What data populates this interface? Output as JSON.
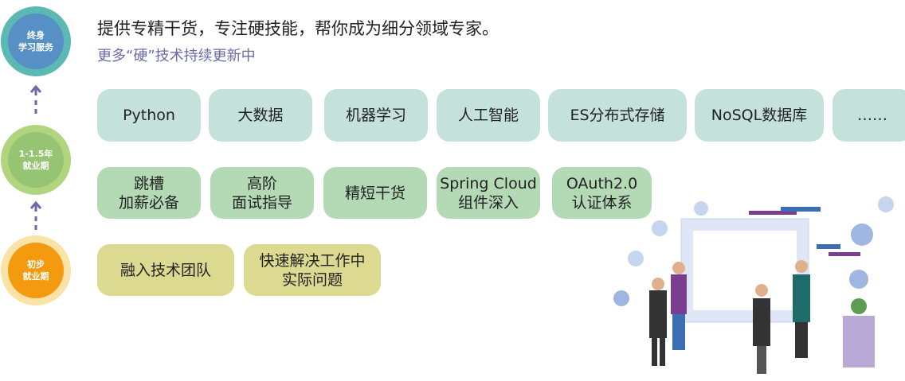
{
  "header": {
    "title": "提供专精干货，专注硬技能，帮你成为细分领域专家。",
    "subtitle": "更多“硬”技术持续更新中"
  },
  "stages": [
    {
      "lines": [
        "终身",
        "学习服务"
      ]
    },
    {
      "lines": [
        "1-1.5年",
        "就业期"
      ]
    },
    {
      "lines": [
        "初步",
        "就业期"
      ]
    }
  ],
  "row1": [
    "Python",
    "大数据",
    "机器学习",
    "人工智能",
    "ES分布式存储",
    "NoSQL数据库",
    "……"
  ],
  "row2": [
    [
      "跳槽",
      "加薪必备"
    ],
    [
      "高阶",
      "面试指导"
    ],
    [
      "精短干货"
    ],
    [
      "Spring Cloud",
      "组件深入"
    ],
    [
      "OAuth2.0",
      "认证体系"
    ]
  ],
  "row3": [
    [
      "融入技术团队"
    ],
    [
      "快速解决工作中",
      "实际问题"
    ]
  ],
  "colors": {
    "teal": "#5bb8b3",
    "blue": "#5790c4",
    "green": "#9ccb7a",
    "orange": "#f39a0e",
    "purple": "#6a6aa8"
  }
}
